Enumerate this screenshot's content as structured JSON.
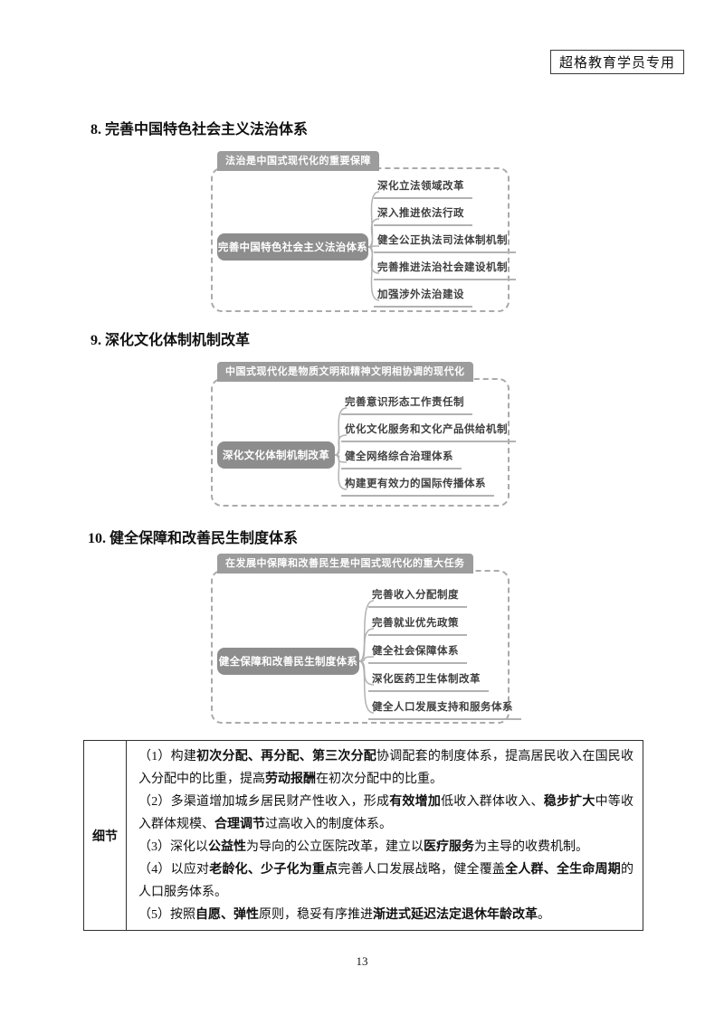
{
  "badge": "超格教育学员专用",
  "page_number": "13",
  "colors": {
    "tab_bg": "#9c9c9c",
    "node_bg": "#8d8d8d",
    "branch_line": "#b2b2b2",
    "dashed_border": "#aaaaaa",
    "item_text": "#3f3f3f",
    "table_border": "#2f2f2f",
    "text": "#111111"
  },
  "sections": [
    {
      "heading": "8. 完善中国特色社会主义法治体系",
      "tab": "法治是中国式现代化的重要保障",
      "center": "完善中国特色社会主义法治体系",
      "branches": [
        "深化立法领域改革",
        "深入推进依法行政",
        "健全公正执法司法体制机制",
        "完善推进法治社会建设机制",
        "加强涉外法治建设"
      ]
    },
    {
      "heading": "9. 深化文化体制机制改革",
      "tab": "中国式现代化是物质文明和精神文明相协调的现代化",
      "center": "深化文化体制机制改革",
      "branches": [
        "完善意识形态工作责任制",
        "优化文化服务和文化产品供给机制",
        "健全网络综合治理体系",
        "构建更有效力的国际传播体系"
      ]
    },
    {
      "heading": "10. 健全保障和改善民生制度体系",
      "tab": "在发展中保障和改善民生是中国式现代化的重大任务",
      "center": "健全保障和改善民生制度体系",
      "branches": [
        "完善收入分配制度",
        "完善就业优先政策",
        "健全社会保障体系",
        "深化医药卫生体制改革",
        "健全人口发展支持和服务体系"
      ]
    }
  ],
  "detail_table": {
    "row_label": "细节",
    "items": [
      {
        "segments": [
          {
            "t": "（1）构建",
            "b": false
          },
          {
            "t": "初次分配、再分配、第三次分配",
            "b": true
          },
          {
            "t": "协调配套的制度体系，提高居民收入在国民收入分配中的比重，提高",
            "b": false
          },
          {
            "t": "劳动报酬",
            "b": true
          },
          {
            "t": "在初次分配中的比重。",
            "b": false
          }
        ]
      },
      {
        "segments": [
          {
            "t": "（2）多渠道增加城乡居民财产性收入，形成",
            "b": false
          },
          {
            "t": "有效增加",
            "b": true
          },
          {
            "t": "低收入群体收入、",
            "b": false
          },
          {
            "t": "稳步扩大",
            "b": true
          },
          {
            "t": "中等收入群体规模、",
            "b": false
          },
          {
            "t": "合理调节",
            "b": true
          },
          {
            "t": "过高收入的制度体系。",
            "b": false
          }
        ]
      },
      {
        "segments": [
          {
            "t": "（3）深化以",
            "b": false
          },
          {
            "t": "公益性",
            "b": true
          },
          {
            "t": "为导向的公立医院改革，建立以",
            "b": false
          },
          {
            "t": "医疗服务",
            "b": true
          },
          {
            "t": "为主导的收费机制。",
            "b": false
          }
        ]
      },
      {
        "segments": [
          {
            "t": "（4）以应对",
            "b": false
          },
          {
            "t": "老龄化、少子化为重点",
            "b": true
          },
          {
            "t": "完善人口发展战略，健全覆盖",
            "b": false
          },
          {
            "t": "全人群、全生命周期",
            "b": true
          },
          {
            "t": "的人口服务体系。",
            "b": false
          }
        ]
      },
      {
        "segments": [
          {
            "t": "（5）按照",
            "b": false
          },
          {
            "t": "自愿、弹性",
            "b": true
          },
          {
            "t": "原则，稳妥有序推进",
            "b": false
          },
          {
            "t": "渐进式延迟法定退休年龄改革",
            "b": true
          },
          {
            "t": "。",
            "b": false
          }
        ]
      }
    ]
  }
}
